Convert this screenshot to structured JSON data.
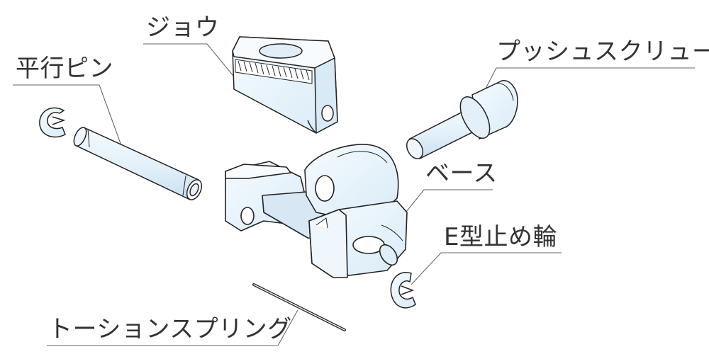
{
  "labels": {
    "jaw": "ジョウ",
    "parallel_pin": "平行ピン",
    "push_screw": "プッシュスクリュー",
    "base": "ベース",
    "e_ring": "E型止め輪",
    "torsion_spring": "トーションスプリング"
  },
  "colors": {
    "part_fill": "#eaf4fb",
    "part_stroke": "#222222",
    "leader_line": "#666666",
    "label_text": "#333333",
    "background": "#ffffff"
  }
}
